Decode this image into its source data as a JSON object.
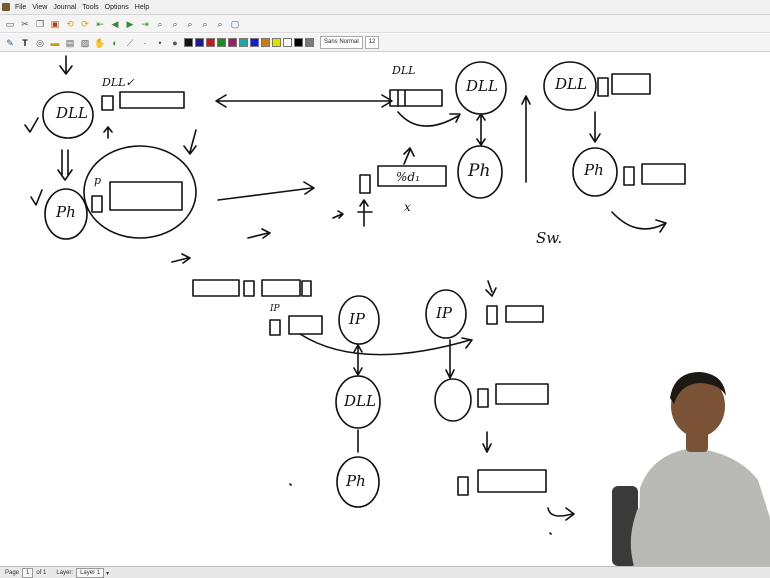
{
  "menu": {
    "items": [
      "File",
      "View",
      "Journal",
      "Tools",
      "Options",
      "Help"
    ]
  },
  "toolbar": {
    "font_name": "Sans Normal",
    "font_size": "12",
    "pen_colors": [
      "#111111",
      "#1a1a9a",
      "#c81a1a",
      "#1a8a1a",
      "#a01a6a",
      "#18a8a8",
      "#1a1ac8",
      "#d27a00",
      "#e0e000",
      "#ffffff",
      "#000000",
      "#7a7a7a"
    ]
  },
  "status": {
    "page_prefix": "Page",
    "page_number": "1",
    "page_total": "of 1",
    "layer_label": "Layer:",
    "layer_value": "Layer 1"
  },
  "notes": {
    "dll_1": "DLL",
    "dll_check": "DLL✓",
    "ph_1": "Ph",
    "p_small": "p",
    "dll_top_mid": "DLL",
    "dll_circle_mid": "DLL",
    "ph_mid": "Ph",
    "xdl_label": "%d₁",
    "x_mark": "x",
    "dll_right": "DLL",
    "ph_right": "Ph",
    "sw": "Sw.",
    "ip_left_small": "IP",
    "ip_1": "IP",
    "ip_2": "IP",
    "dll_bottom": "DLL",
    "ph_bottom": "Ph"
  },
  "presenter": {
    "shirt_color": "#b9b9b6",
    "skin_color": "#7a5236",
    "hair_color": "#1c1814",
    "chair_color": "#3a3a3a"
  }
}
